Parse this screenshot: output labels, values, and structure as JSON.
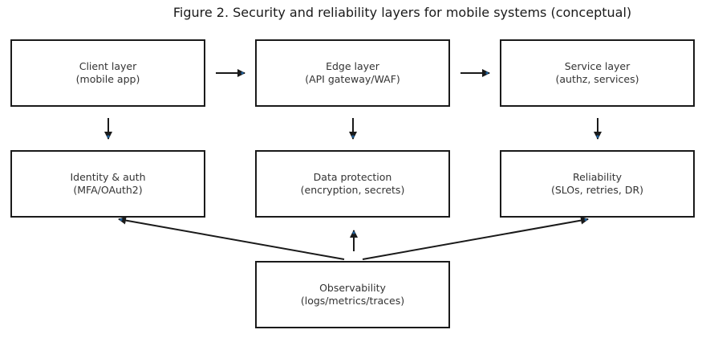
{
  "title": "Figure 2. Security and reliability layers for mobile systems (conceptual)",
  "colors": {
    "line": "#1a1a1a",
    "arrowhead_tint": "#1f5f9a",
    "text": "#333333"
  },
  "boxes": {
    "client": {
      "title": "Client layer",
      "subtitle": "(mobile app)"
    },
    "edge": {
      "title": "Edge layer",
      "subtitle": "(API gateway/WAF)"
    },
    "service": {
      "title": "Service layer",
      "subtitle": "(authz, services)"
    },
    "identity": {
      "title": "Identity & auth",
      "subtitle": "(MFA/OAuth2)"
    },
    "data": {
      "title": "Data protection",
      "subtitle": "(encryption, secrets)"
    },
    "reliability": {
      "title": "Reliability",
      "subtitle": "(SLOs, retries, DR)"
    },
    "observability": {
      "title": "Observability",
      "subtitle": "(logs/metrics/traces)"
    }
  },
  "edges": [
    {
      "from": "client",
      "to": "edge"
    },
    {
      "from": "edge",
      "to": "service"
    },
    {
      "from": "client",
      "to": "identity"
    },
    {
      "from": "edge",
      "to": "data"
    },
    {
      "from": "service",
      "to": "reliability"
    },
    {
      "from": "observability",
      "to": "identity"
    },
    {
      "from": "observability",
      "to": "data"
    },
    {
      "from": "observability",
      "to": "reliability"
    }
  ]
}
